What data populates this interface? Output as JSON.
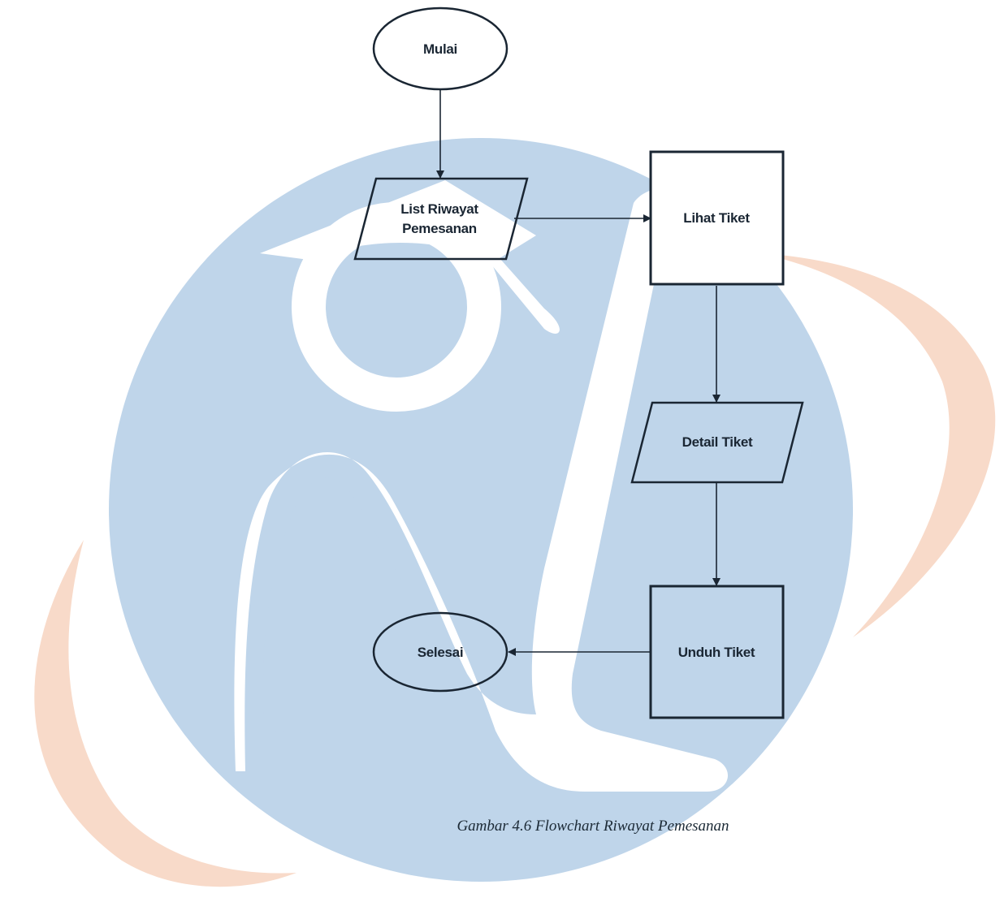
{
  "diagram": {
    "title": "Flowchart Riwayat Pemesanan",
    "nodes": [
      {
        "id": "mulai",
        "shape": "terminator",
        "label_lines": [
          "Mulai"
        ]
      },
      {
        "id": "list",
        "shape": "data",
        "label_lines": [
          "List Riwayat",
          "Pemesanan"
        ]
      },
      {
        "id": "lihat",
        "shape": "process",
        "label_lines": [
          "Lihat Tiket"
        ]
      },
      {
        "id": "detail",
        "shape": "data",
        "label_lines": [
          "Detail Tiket"
        ]
      },
      {
        "id": "unduh",
        "shape": "process",
        "label_lines": [
          "Unduh Tiket"
        ]
      },
      {
        "id": "selesai",
        "shape": "terminator",
        "label_lines": [
          "Selesai"
        ]
      }
    ],
    "edges": [
      {
        "from": "mulai",
        "to": "list"
      },
      {
        "from": "list",
        "to": "lihat"
      },
      {
        "from": "lihat",
        "to": "detail"
      },
      {
        "from": "detail",
        "to": "unduh"
      },
      {
        "from": "unduh",
        "to": "selesai"
      }
    ]
  },
  "caption": "Gambar 4.6 Flowchart Riwayat Pemesanan",
  "watermark": {
    "description": "university logo watermark",
    "circle_color": "#bfd5ea",
    "swoosh_color": "#f8dac9"
  },
  "colors": {
    "stroke": "#1a2633",
    "text": "#1a2633"
  }
}
